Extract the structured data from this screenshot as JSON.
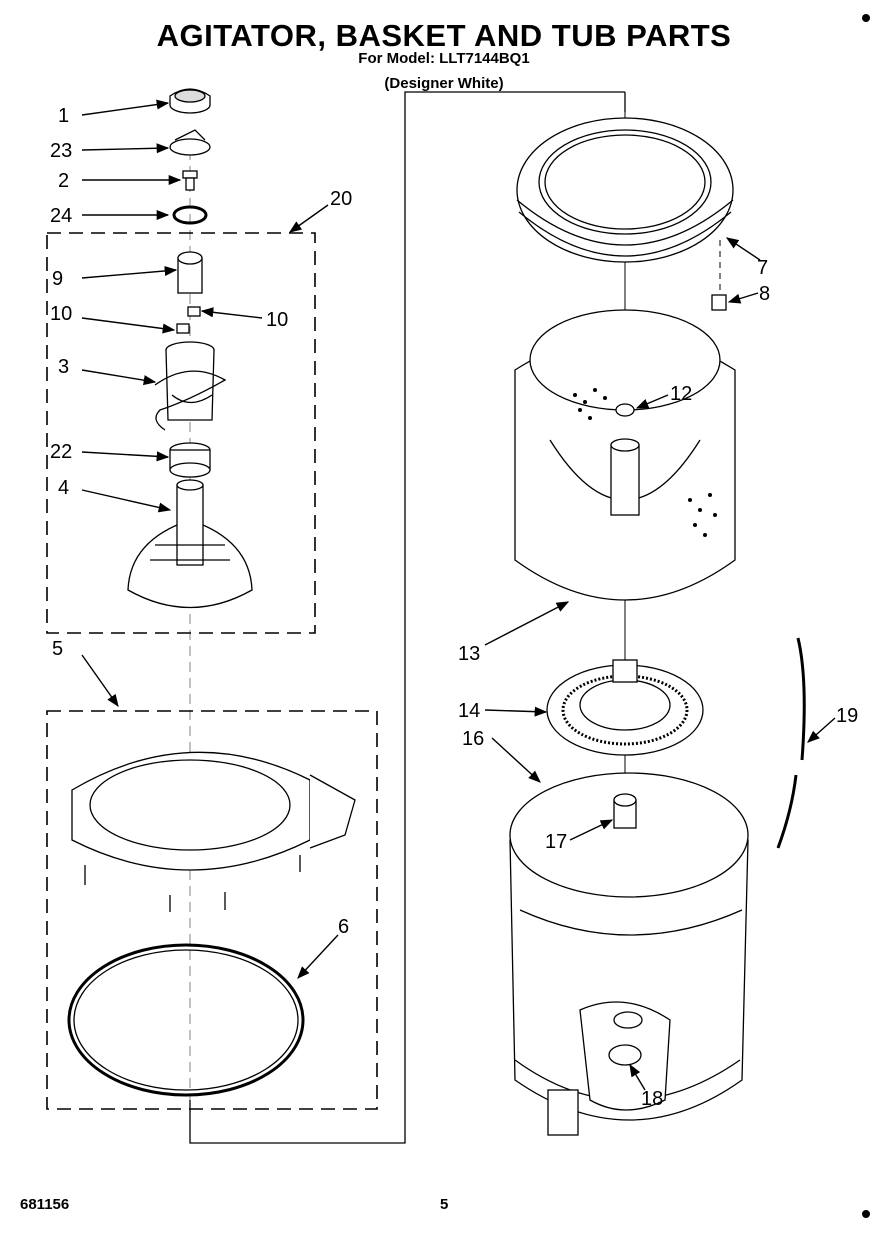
{
  "header": {
    "title": "AGITATOR, BASKET AND TUB PARTS",
    "model": "For Model: LLT7144BQ1",
    "color": "(Designer White)"
  },
  "footer": {
    "doc_number": "681156",
    "page_number": "5"
  },
  "callouts": {
    "c1": "1",
    "c23": "23",
    "c2": "2",
    "c24": "24",
    "c20": "20",
    "c9": "9",
    "c10a": "10",
    "c10b": "10",
    "c3": "3",
    "c22": "22",
    "c4": "4",
    "c5": "5",
    "c6": "6",
    "c7": "7",
    "c8": "8",
    "c12": "12",
    "c13": "13",
    "c14": "14",
    "c16": "16",
    "c19": "19",
    "c17": "17",
    "c18": "18"
  }
}
